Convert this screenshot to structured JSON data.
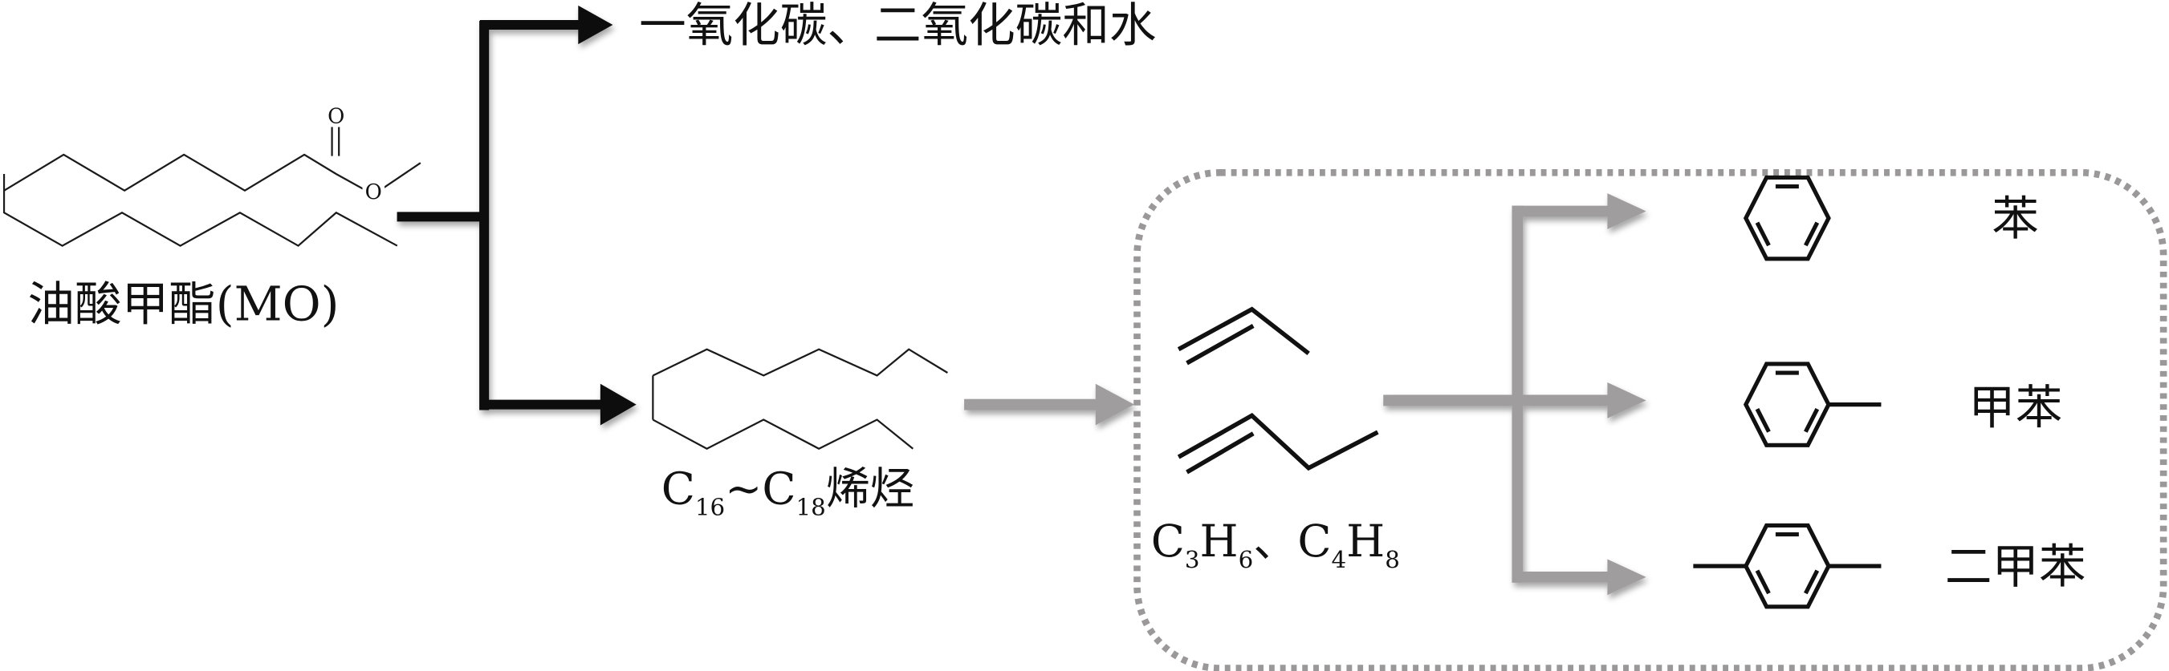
{
  "figure": {
    "type": "reaction-pathway-diagram",
    "colors": {
      "primary_arrow": "#111111",
      "secondary_arrow": "#a09d9e",
      "dashed_box": "#9a9898",
      "text": "#111111"
    }
  },
  "reactant": {
    "label": "油酸甲酯(MO)",
    "structure": "methyl-oleate-skeletal",
    "atoms": {
      "carbonyl_oxygen": "O",
      "ester_oxygen": "O"
    }
  },
  "products_primary": [
    {
      "id": "combustion",
      "label": "一氧化碳、二氧化碳和水"
    },
    {
      "id": "alkenes",
      "label_parts": [
        {
          "text": "C",
          "sub": "16"
        },
        {
          "text": "~C",
          "sub": "18"
        },
        {
          "text": "烯烃",
          "sub": ""
        }
      ],
      "structure": "long-chain-alkene-skeletal"
    }
  ],
  "intermediate_box": {
    "style": "dashed-rounded",
    "light_olefins": {
      "label_parts": [
        {
          "text": "C",
          "sub": "3"
        },
        {
          "text": "H",
          "sub": "6"
        },
        {
          "text": "、C",
          "sub": "4"
        },
        {
          "text": "H",
          "sub": "8"
        }
      ],
      "structures": [
        "propene-skeletal",
        "1-butene-skeletal"
      ]
    },
    "aromatics": [
      {
        "id": "benzene",
        "label": "苯",
        "methyl_groups": 0
      },
      {
        "id": "toluene",
        "label": "甲苯",
        "methyl_groups": 1
      },
      {
        "id": "xylene",
        "label": "二甲苯",
        "methyl_groups": 2
      }
    ]
  }
}
